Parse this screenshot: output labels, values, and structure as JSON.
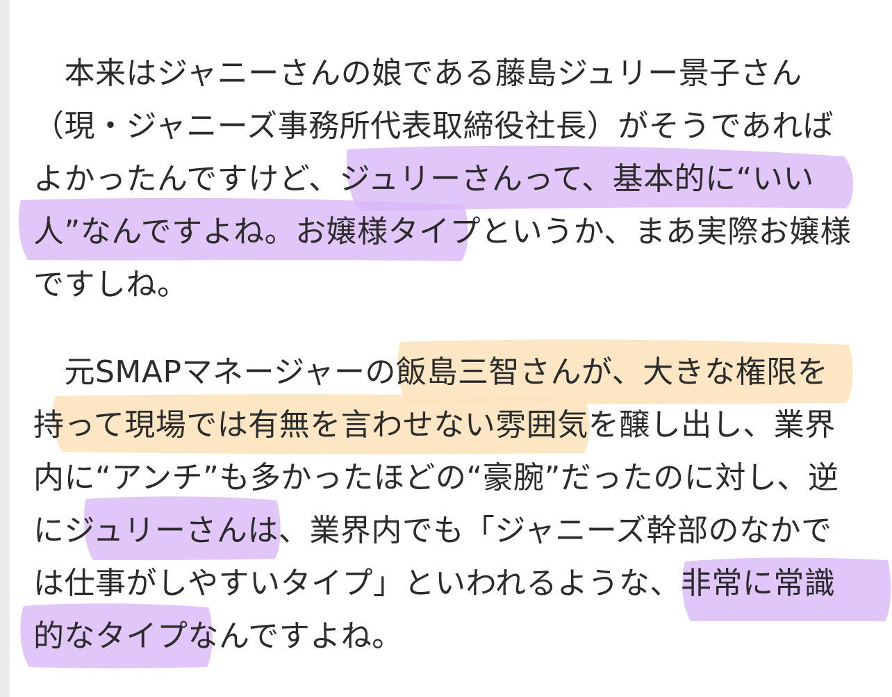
{
  "article": {
    "paragraph1": {
      "lines": [
        "　本来はジャニーさんの娘である藤島ジュリー景子さん",
        "（現・ジャニーズ事務所代表取締役社長）がそうであれば",
        "よかったんですけど、ジュリーさんって、基本的に“いい",
        "人”なんですよね。お嬢様タイプというか、まあ実際お嬢様",
        "ですしね。"
      ]
    },
    "paragraph2": {
      "lines": [
        "　元SMAPマネージャーの飯島三智さんが、大きな権限を",
        "持って現場では有無を言わせない雰囲気を醸し出し、業界",
        "内に“アンチ”も多かったほどの“豪腕”だったのに対し、逆",
        "にジュリーさんは、業界内でも「ジャニーズ幹部のなかで",
        "は仕事がしやすいタイプ」といわれるような、非常に常識",
        "的なタイプなんですよね。"
      ]
    },
    "highlight_colors": {
      "purple": "#d7b4f7",
      "orange": "#fde3bd"
    }
  }
}
